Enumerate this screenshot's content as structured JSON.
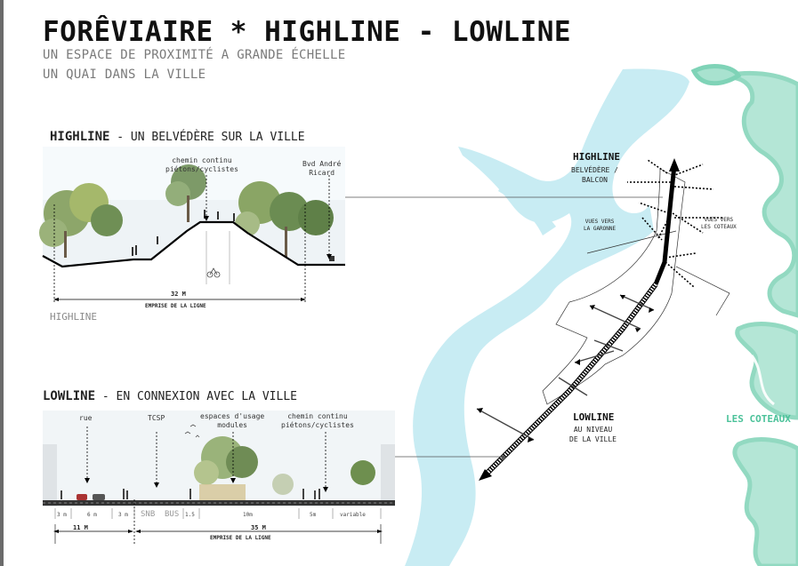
{
  "header": {
    "title": "FORÊVIAIRE * HIGHLINE - LOWLINE",
    "subtitle_1": "UN ESPACE DE PROXIMITÉ A GRANDE ÉCHELLE",
    "subtitle_2": "UN QUAI DANS LA VILLE"
  },
  "highline_section": {
    "heading": "HIGHLINE",
    "heading_desc": "- UN BELVÉDÈRE SUR LA VILLE",
    "label_chemin": "chemin continu\npiétons/cyclistes",
    "label_bvd": "Bvd André\nRicard",
    "dim_value": "32 M",
    "dim_caption": "EMPRISE DE LA LIGNE",
    "caption": "HIGHLINE"
  },
  "lowline_section": {
    "heading": "LOWLINE",
    "heading_desc": "- EN CONNEXION AVEC LA VILLE",
    "label_rue": "rue",
    "label_tcsp": "TCSP",
    "label_espaces": "espaces d'usage\nmodules",
    "label_chemin": "chemin continu\npiétons/cyclistes",
    "road_marking_1": "SNB",
    "road_marking_2": "BUS",
    "measurements": [
      "3 m",
      "6 m",
      "3 m",
      "1.5",
      "10m",
      "5m",
      "variable"
    ],
    "dim_left_value": "11 M",
    "dim_right_value": "35 M",
    "dim_caption": "EMPRISE DE LA LIGNE"
  },
  "map": {
    "highline_title": "HIGHLINE",
    "highline_sub": "BELVÉDÈRE /\nBALCON",
    "vues_garonne": "VUES VERS\nLA GARONNE",
    "vues_coteaux": "VUES VERS\nLES COTEAUX",
    "lowline_title": "LOWLINE",
    "lowline_sub": "AU NIVEAU\nDE LA VILLE",
    "les_coteaux": "LES COTEAUX",
    "colors": {
      "river": "#c8ecf3",
      "hills": "#a8e2cf",
      "hills_edge": "#7fd3b7",
      "coteaux_text": "#4cc29a"
    }
  }
}
